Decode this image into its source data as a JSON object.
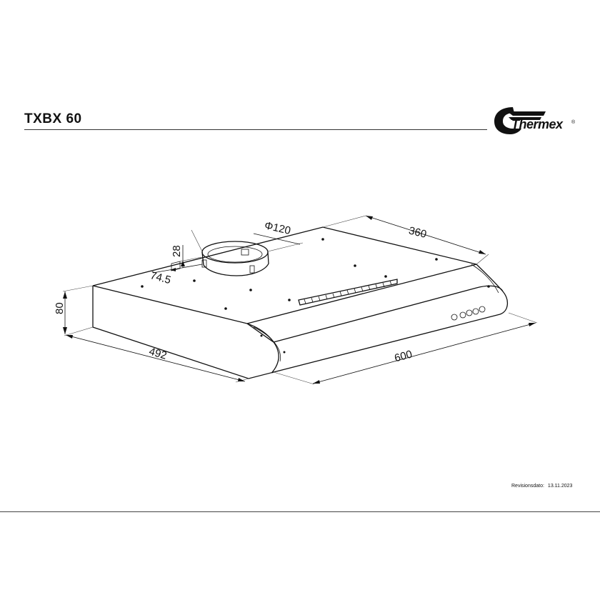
{
  "header": {
    "title": "TXBX 60",
    "brand": "Thermex",
    "brand_mark": "®"
  },
  "drawing": {
    "dimensions": {
      "depth": "492",
      "width": "600",
      "height": "80",
      "back_depth": "360",
      "duct_diameter": "Φ120",
      "collar_height": "28",
      "collar_offset": "74.5"
    }
  },
  "footer": {
    "revision_label": "Revisionsdato:",
    "revision_date": "13.11.2023"
  },
  "colors": {
    "ink": "#111111",
    "background": "#ffffff"
  }
}
